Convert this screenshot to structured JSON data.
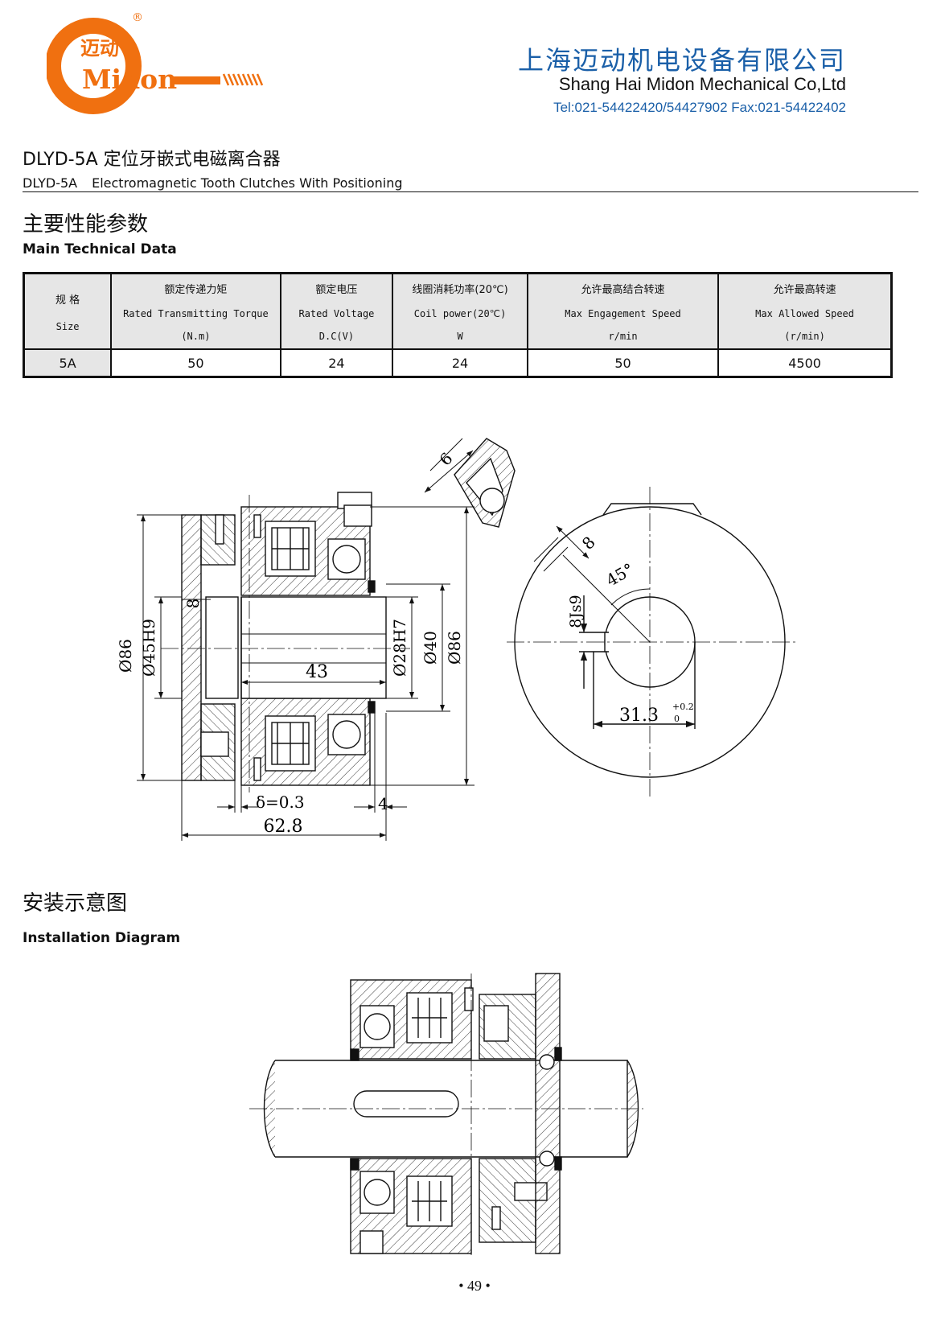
{
  "header": {
    "logo_cn": "迈动",
    "logo_en": "Midon",
    "registered": "®",
    "company_cn": "上海迈动机电设备有限公司",
    "company_en": "Shang Hai Midon Mechanical Co,Ltd",
    "contact": "Tel:021-54422420/54427902 Fax:021-54422402"
  },
  "product": {
    "title_cn": "DLYD-5A 定位牙嵌式电磁离合器",
    "model": "DLYD-5A",
    "title_en": "Electromagnetic Tooth Clutches With Positioning"
  },
  "tech_section": {
    "title_cn": "主要性能参数",
    "title_en": "Main Technical Data"
  },
  "table": {
    "columns": [
      {
        "zh": "规 格",
        "en": "Size",
        "unit": ""
      },
      {
        "zh": "额定传递力矩",
        "en": "Rated Transmitting Torque",
        "unit": "(N.m)"
      },
      {
        "zh": "额定电压",
        "en": "Rated Voltage",
        "unit": "D.C(V)"
      },
      {
        "zh": "线圈消耗功率(20℃)",
        "en": "Coil power(20℃)",
        "unit": "W"
      },
      {
        "zh": "允许最高结合转速",
        "en": "Max Engagement Speed",
        "unit": "r/min"
      },
      {
        "zh": "允许最高转速",
        "en": "Max Allowed Speed",
        "unit": "(r/min)"
      }
    ],
    "rows": [
      [
        "5A",
        "50",
        "24",
        "24",
        "50",
        "4500"
      ]
    ]
  },
  "drawing": {
    "dims": {
      "d86_left": "Ø86",
      "d45": "Ø45H9",
      "dim8": "8",
      "dim43": "43",
      "d28": "Ø28H7",
      "d40": "Ø40",
      "d86_right": "Ø86",
      "delta": "δ=0.3",
      "dim4": "4",
      "dim62": "62.8",
      "detail6": "6",
      "front8": "8",
      "angle45": "45°",
      "key8js9": "8Js9",
      "dim313": "31.3",
      "tol_upper": "+0.2",
      "tol_lower": "0"
    }
  },
  "install_section": {
    "title_cn": "安装示意图",
    "title_en": "Installation Diagram"
  },
  "footer": {
    "page": "• 49 •"
  },
  "colors": {
    "brand_orange": "#f07010",
    "company_blue": "#1a5fa8",
    "ink": "#111111"
  }
}
